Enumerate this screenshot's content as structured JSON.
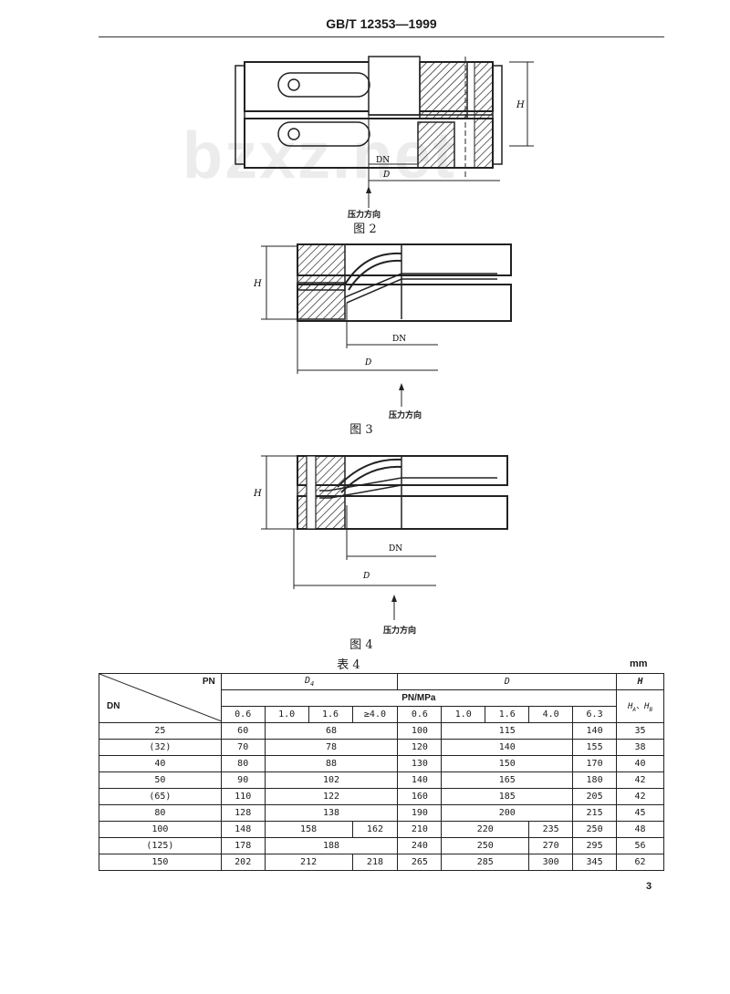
{
  "header": {
    "title": "GB/T 12353—1999"
  },
  "watermark": "bzxz.net",
  "figure2": {
    "caption": "图 2",
    "pressure": "压力方向",
    "dn": "DN",
    "d": "D",
    "h": "H"
  },
  "figure3": {
    "caption": "图 3",
    "pressure": "压力方向",
    "dn": "DN",
    "d": "D",
    "h": "H"
  },
  "figure4": {
    "caption": "图 4",
    "pressure": "压力方向",
    "dn": "DN",
    "d": "D",
    "h": "H"
  },
  "table": {
    "caption": "表 4",
    "unit": "mm",
    "corner_pn": "PN",
    "corner_dn": "DN",
    "group_d4": "D",
    "group_d": "D",
    "group_h": "H",
    "pn_mpa": "PN/MPa",
    "h_sub": "H",
    "d4_cols": [
      "0.6",
      "1.0",
      "1.6",
      "≥4.0"
    ],
    "d_cols": [
      "0.6",
      "1.0",
      "1.6",
      "4.0",
      "6.3"
    ],
    "rows": [
      {
        "dn": "25",
        "d4": [
          "60",
          "68"
        ],
        "d": [
          "100",
          "115",
          "140"
        ],
        "h": "35"
      },
      {
        "dn": "(32)",
        "d4": [
          "70",
          "78"
        ],
        "d": [
          "120",
          "140",
          "155"
        ],
        "h": "38"
      },
      {
        "dn": "40",
        "d4": [
          "80",
          "88"
        ],
        "d": [
          "130",
          "150",
          "170"
        ],
        "h": "40"
      },
      {
        "dn": "50",
        "d4": [
          "90",
          "102"
        ],
        "d": [
          "140",
          "165",
          "180"
        ],
        "h": "42"
      },
      {
        "dn": "(65)",
        "d4": [
          "110",
          "122"
        ],
        "d": [
          "160",
          "185",
          "205"
        ],
        "h": "42"
      },
      {
        "dn": "80",
        "d4": [
          "128",
          "138"
        ],
        "d": [
          "190",
          "200",
          "215"
        ],
        "h": "45"
      },
      {
        "dn": "100",
        "d4": [
          "148",
          "158",
          "162"
        ],
        "d": [
          "210",
          "220",
          "235",
          "250"
        ],
        "h": "48"
      },
      {
        "dn": "(125)",
        "d4": [
          "178",
          "188"
        ],
        "d": [
          "240",
          "250",
          "270",
          "295"
        ],
        "h": "56"
      },
      {
        "dn": "150",
        "d4": [
          "202",
          "212",
          "218"
        ],
        "d": [
          "265",
          "285",
          "300",
          "345"
        ],
        "h": "62"
      }
    ]
  },
  "page_number": "3"
}
